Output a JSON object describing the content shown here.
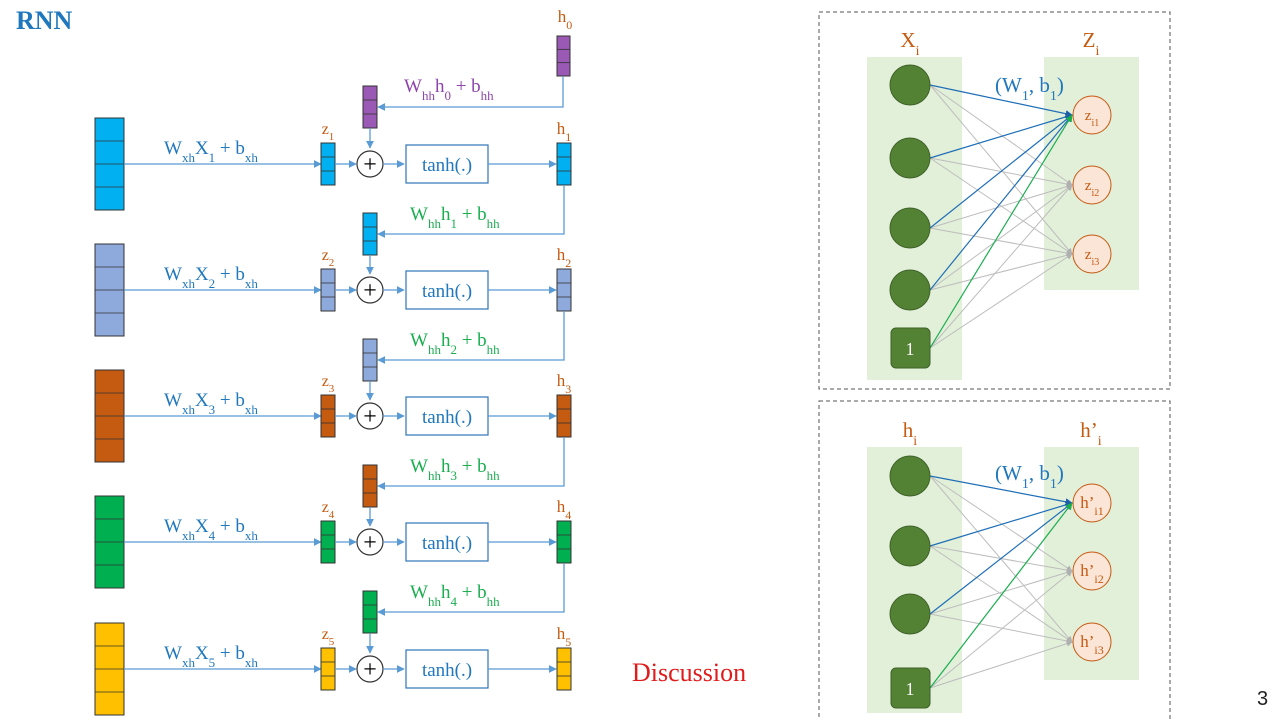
{
  "page": {
    "title": "RNN",
    "discussion": "Discussion",
    "page_number": "3"
  },
  "colors": {
    "title": "#1F77BD",
    "blue_text": "#1F77BD",
    "green_text": "#1AAE4F",
    "purple_text": "#8E44AD",
    "orange_text": "#C55A11",
    "discussion": "#E01B1B",
    "h0": "#9B59B6",
    "step1": "#00B0F0",
    "step2": "#8EA9DB",
    "step3": "#C55A11",
    "step4": "#00B050",
    "step5": "#FFC000",
    "node_dark_green": "#548235",
    "panel_light_green": "#E2EFD9",
    "target_node": "#FBE5D6"
  },
  "rnn": {
    "h0_label": "h0",
    "h0_term": {
      "W": "W",
      "Wsub": "hh",
      "h": "h",
      "hsub": "0",
      "plus": " + b",
      "bsub": "hh"
    },
    "tanh": "tanh(.)",
    "plus_sign": "+",
    "steps": [
      {
        "z": "z",
        "zsub": "1",
        "h": "h",
        "hsub": "1",
        "input": {
          "W": "W",
          "Wsub": "xh",
          "X": "X",
          "Xsub": "1",
          "plus": " + b",
          "bsub": "xh"
        },
        "rec": {
          "W": "W",
          "Wsub": "hh",
          "h": "h",
          "hsub": "1",
          "plus": " + b",
          "bsub": "hh"
        }
      },
      {
        "z": "z",
        "zsub": "2",
        "h": "h",
        "hsub": "2",
        "input": {
          "W": "W",
          "Wsub": "xh",
          "X": "X",
          "Xsub": "2",
          "plus": " + b",
          "bsub": "xh"
        },
        "rec": {
          "W": "W",
          "Wsub": "hh",
          "h": "h",
          "hsub": "2",
          "plus": " + b",
          "bsub": "hh"
        }
      },
      {
        "z": "z",
        "zsub": "3",
        "h": "h",
        "hsub": "3",
        "input": {
          "W": "W",
          "Wsub": "xh",
          "X": "X",
          "Xsub": "3",
          "plus": " + b",
          "bsub": "xh"
        },
        "rec": {
          "W": "W",
          "Wsub": "hh",
          "h": "h",
          "hsub": "3",
          "plus": " + b",
          "bsub": "hh"
        }
      },
      {
        "z": "z",
        "zsub": "4",
        "h": "h",
        "hsub": "4",
        "input": {
          "W": "W",
          "Wsub": "xh",
          "X": "X",
          "Xsub": "4",
          "plus": " + b",
          "bsub": "xh"
        },
        "rec": {
          "W": "W",
          "Wsub": "hh",
          "h": "h",
          "hsub": "4",
          "plus": " + b",
          "bsub": "hh"
        }
      },
      {
        "z": "z",
        "zsub": "5",
        "h": "h",
        "hsub": "5",
        "input": {
          "W": "W",
          "Wsub": "xh",
          "X": "X",
          "Xsub": "5",
          "plus": " + b",
          "bsub": "xh"
        }
      }
    ]
  },
  "panels": [
    {
      "input_label": "X",
      "input_sub": "i",
      "output_label": "Z",
      "output_sub": "i",
      "weights": {
        "open": "(W",
        "wsub": "1",
        "mid": ", b",
        "bsub": "1",
        "close": ")"
      },
      "bias_label": "1",
      "outputs": [
        {
          "base": "z",
          "sub": "i1"
        },
        {
          "base": "z",
          "sub": "i2"
        },
        {
          "base": "z",
          "sub": "i3"
        }
      ]
    },
    {
      "input_label": "h",
      "input_sub": "i",
      "output_label": "h’",
      "output_sub": "i",
      "weights": {
        "open": "(W",
        "wsub": "1",
        "mid": ", b",
        "bsub": "1",
        "close": ")"
      },
      "bias_label": "1",
      "outputs": [
        {
          "base": "h’",
          "sub": "i1"
        },
        {
          "base": "h’",
          "sub": "i2"
        },
        {
          "base": "h’",
          "sub": "i3"
        }
      ]
    }
  ]
}
